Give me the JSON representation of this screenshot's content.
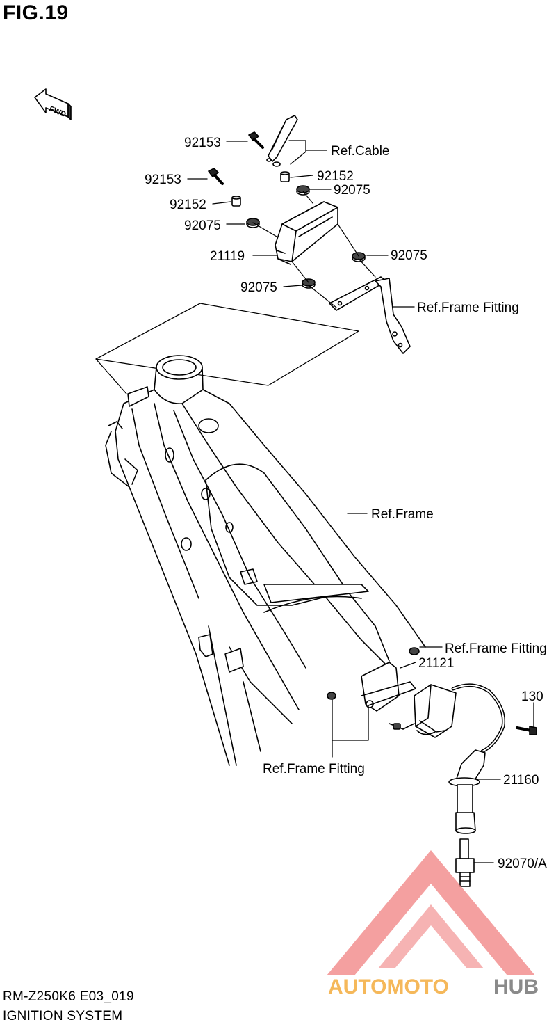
{
  "figure": {
    "title": "FIG.19",
    "fwd_label": "FWD",
    "model_code": "RM-Z250K6 E03_019",
    "section_name": "IGNITION SYSTEM"
  },
  "callouts": {
    "bolt_top": "92153",
    "ref_cable": "Ref.Cable",
    "bolt_left": "92153",
    "collar_right": "92152",
    "damper_top": "92075",
    "collar_left": "92152",
    "damper_left": "92075",
    "cdi_unit": "21119",
    "damper_right": "92075",
    "damper_bottom": "92075",
    "ref_frame_fitting_top": "Ref.Frame Fitting",
    "ref_frame": "Ref.Frame",
    "ref_frame_fitting_mid": "Ref.Frame Fitting",
    "ignition_coil": "21121",
    "bolt_130": "130",
    "ref_frame_fitting_bottom": "Ref.Frame Fitting",
    "plug_cap": "21160",
    "spark_plug": "92070/A"
  },
  "watermark": {
    "part1": "AUTOMOTO",
    "part2": "HUB",
    "color_orange": "#f5b85a",
    "color_red": "#f08080",
    "color_grey": "#8a8a8a"
  }
}
